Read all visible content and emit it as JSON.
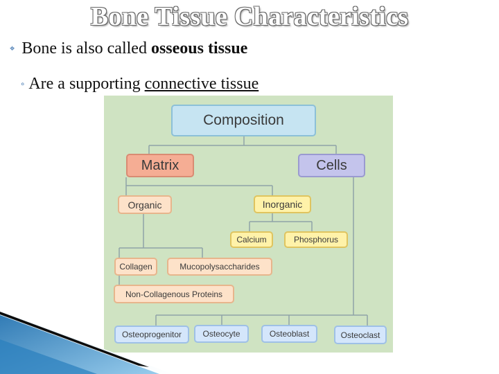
{
  "slide": {
    "title": "Bone Tissue Characteristics",
    "bullet1": {
      "text": "Bone is also called ",
      "emphasis": "osseous tissue"
    },
    "bullet2": {
      "text": "Are a supporting ",
      "underlined": "connective tissue"
    }
  },
  "diagram": {
    "root": "Composition",
    "matrix": "Matrix",
    "cells": "Cells",
    "organic": "Organic",
    "inorganic": "Inorganic",
    "calcium": "Calcium",
    "phosphorus": "Phosphorus",
    "collagen": "Collagen",
    "mucopolysaccharides": "Mucopolysaccharides",
    "non_collagenous": "Non-Collagenous Proteins",
    "osteoprogenitor": "Osteoprogenitor",
    "osteocyte": "Osteocyte",
    "osteoblast": "Osteoblast",
    "osteoclast": "Osteoclast"
  },
  "colors": {
    "background": "#cfe3c2",
    "composition": "#c6e4f2",
    "matrix": "#f5ad94",
    "cells": "#c4c4ec",
    "organic": "#fde2c9",
    "inorganic": "#fff2a9",
    "cell_types": "#d4e6fb",
    "connector": "#8fa3a8"
  }
}
